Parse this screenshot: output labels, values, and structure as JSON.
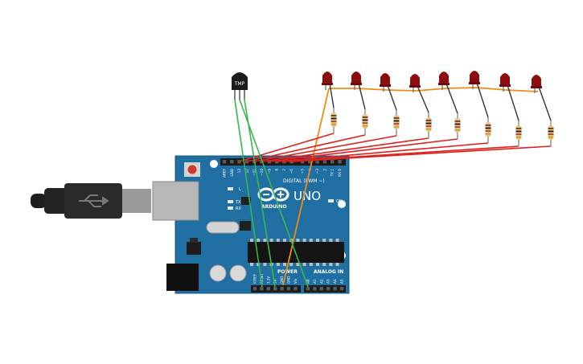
{
  "board": {
    "model": "UNO",
    "brand": "ARDUINO",
    "power_label": "POWER",
    "analog_label": "ANALOG IN",
    "digital_label": "DIGITAL (PWM ~)",
    "on_label": "ON",
    "l_label": "L",
    "tx_label": "TX",
    "rx_label": "RX",
    "digital_pins": [
      "AREF",
      "GND",
      "13",
      "12",
      "~11",
      "~10",
      "~9",
      "8",
      "7",
      "~6",
      "~5",
      "4",
      "~3",
      "2",
      "TX 1",
      "RX 0"
    ],
    "power_pins": [
      "IOREF",
      "RESET",
      "3.3V",
      "5V",
      "GND",
      "GND",
      "Vin"
    ],
    "analog_pins": [
      "A0",
      "A1",
      "A2",
      "A3",
      "A4",
      "A5"
    ]
  },
  "sensor": {
    "label": "TMP"
  },
  "leds": {
    "count": 8,
    "color": "#8b0d0d"
  },
  "wires": {
    "signal": "#e0201b",
    "ground": "#f08b16",
    "sensor": "#3ab54a"
  }
}
